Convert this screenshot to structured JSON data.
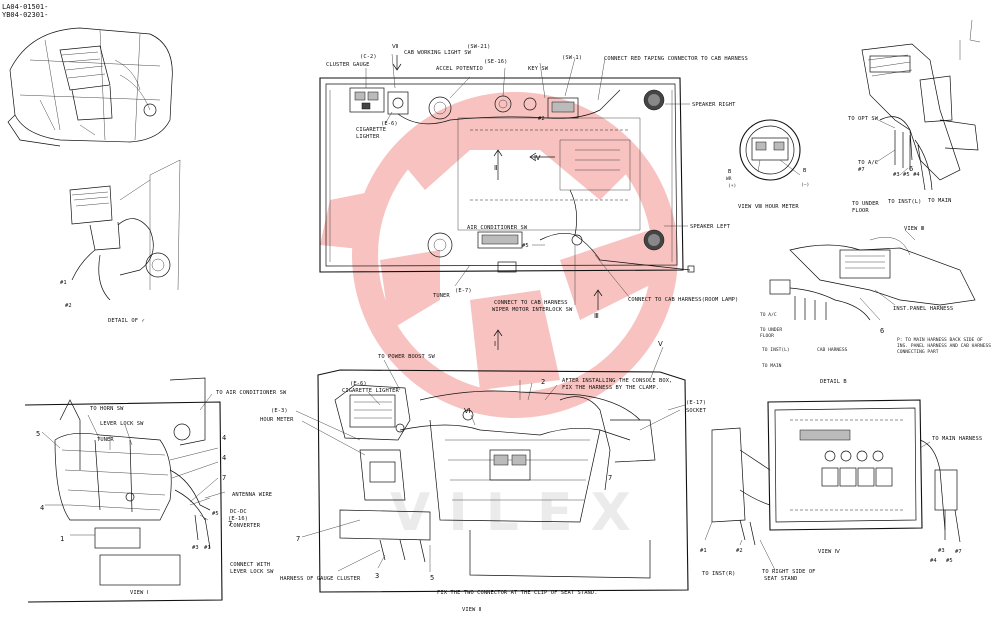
{
  "header": {
    "code_line1": "LA04-01501-",
    "code_line2": "YB04-02301-"
  },
  "detail_a": {
    "caption": "DETAIL OF ✓",
    "m1": "#1",
    "m2": "#2"
  },
  "top_view": {
    "cluster_gauge": "CLUSTER GAUGE",
    "c2": "(C-2)",
    "roman7": "Ⅶ",
    "cab_working": "CAB WORKING LIGHT SW",
    "sw21": "(SW-21)",
    "accel": "ACCEL POTENTIO",
    "se16": "(SE-16)",
    "key_sw": "KEY SW",
    "sw1": "(SW-1)",
    "connect_red": "CONNECT RED TAPING CONNECTOR TO CAB HARNESS",
    "speaker_right": "SPEAKER RIGHT",
    "e6": "(E-6)",
    "cig1": "CIGARETTE",
    "cig2": "LIGHTER",
    "m2": "#2",
    "roman2": "Ⅱ",
    "roman4": "Ⅳ",
    "air_cond_sw": "AIR CONDITIONER SW",
    "m5": "#5",
    "speaker_left": "SPEAKER LEFT",
    "e7": "(E-7)",
    "tuner": "TUNER",
    "connect_cab1": "CONNECT TO CAB HARNESS",
    "connect_cab2": "WIPER MOTOR INTERLOCK SW",
    "connect_boom": "CONNECT TO CAB HARNESS(ROOM LAMP)",
    "roman3": "Ⅲ",
    "roman1": "Ⅰ"
  },
  "hour_meter": {
    "label": "VIEW Ⅷ  HOUR METER",
    "b_wr": "B",
    "wr": "WR",
    "plus": "(+)",
    "b2": "B",
    "minus": "(–)"
  },
  "view3": {
    "to_opt": "TO OPT SW",
    "to_ac": "TO A/C",
    "m7": "#7",
    "nums": "#3 #5 #4",
    "six": "6",
    "to_under": "TO UNDER",
    "floor": "FLOOR",
    "to_inst": "TO INST(L)",
    "to_main": "TO MAIN",
    "caption": "VIEW Ⅲ"
  },
  "detail_b": {
    "inst_panel": "INST.PANEL HARNESS",
    "to_ac": "TO A/C",
    "to_under": "TO UNDER",
    "floor": "FLOOR",
    "to_inst": "TO INST(L)",
    "cab_harness": "CAB HARNESS",
    "to_main": "TO MAIN",
    "six": "6",
    "note1": "P: TO MAIN HARNESS BACK SIDE OF",
    "note2": "INS. PANEL HARNESS AND CAB HARNESS",
    "note3": "CONNECTING PART",
    "caption": "DETAIL B"
  },
  "view1": {
    "to_air": "TO AIR CONDITIONER SW",
    "to_horn": "TO HORN SW",
    "lever_lock": "LEVER LOCK SW",
    "tuner": "TUNER",
    "n5": "5",
    "n4a": "4",
    "n4b": "4",
    "n4c": "4",
    "n7a": "7",
    "n7b": "7",
    "n1": "1",
    "antenna": "ANTENNA WIRE",
    "dcdc": "DC-DC",
    "e16": "(E-16)",
    "converter": "CONVERTER",
    "m5": "#5",
    "m3": "#3",
    "m1": "#1",
    "connect_with": "CONNECT WITH",
    "lever_lock2": "LEVER LOCK SW",
    "caption": "VIEW Ⅰ"
  },
  "view2": {
    "to_power": "TO POWER BOOST SW",
    "e6": "(E-6)",
    "cig": "CIGARETTE LIGHTER",
    "e3": "(E-3)",
    "hour_meter": "HOUR METER",
    "roman6": "Ⅵ",
    "after1": "AFTER INSTALLING THE CONSOLE BOX,",
    "after2": "FIX THE HARNESS BY THE CLAMP.",
    "roman5": "Ⅴ",
    "n2": "2",
    "e17": "(E-17)",
    "socket": "SOCKET",
    "n7a": "7",
    "n7b": "7",
    "n3": "3",
    "n5": "5",
    "harness_gauge": "HARNESS OF GAUGE CLUSTER",
    "fix": "FIX THE TWO CONNECTOR AT THE CLIP OF SEAT STAND.",
    "caption": "VIEW Ⅱ"
  },
  "view4": {
    "to_main_harness": "TO MAIN HARNESS",
    "m1": "#1",
    "m2": "#2",
    "m3": "#3",
    "m7": "#7",
    "m4": "#4",
    "m5": "#5",
    "to_inst_r": "TO INST(R)",
    "to_right1": "TO RIGHT SIDE OF",
    "to_right2": "SEAT STAND",
    "caption": "VIEW Ⅳ"
  },
  "colors": {
    "watermark": "#e8453c",
    "ink": "#111111",
    "background": "#ffffff"
  }
}
